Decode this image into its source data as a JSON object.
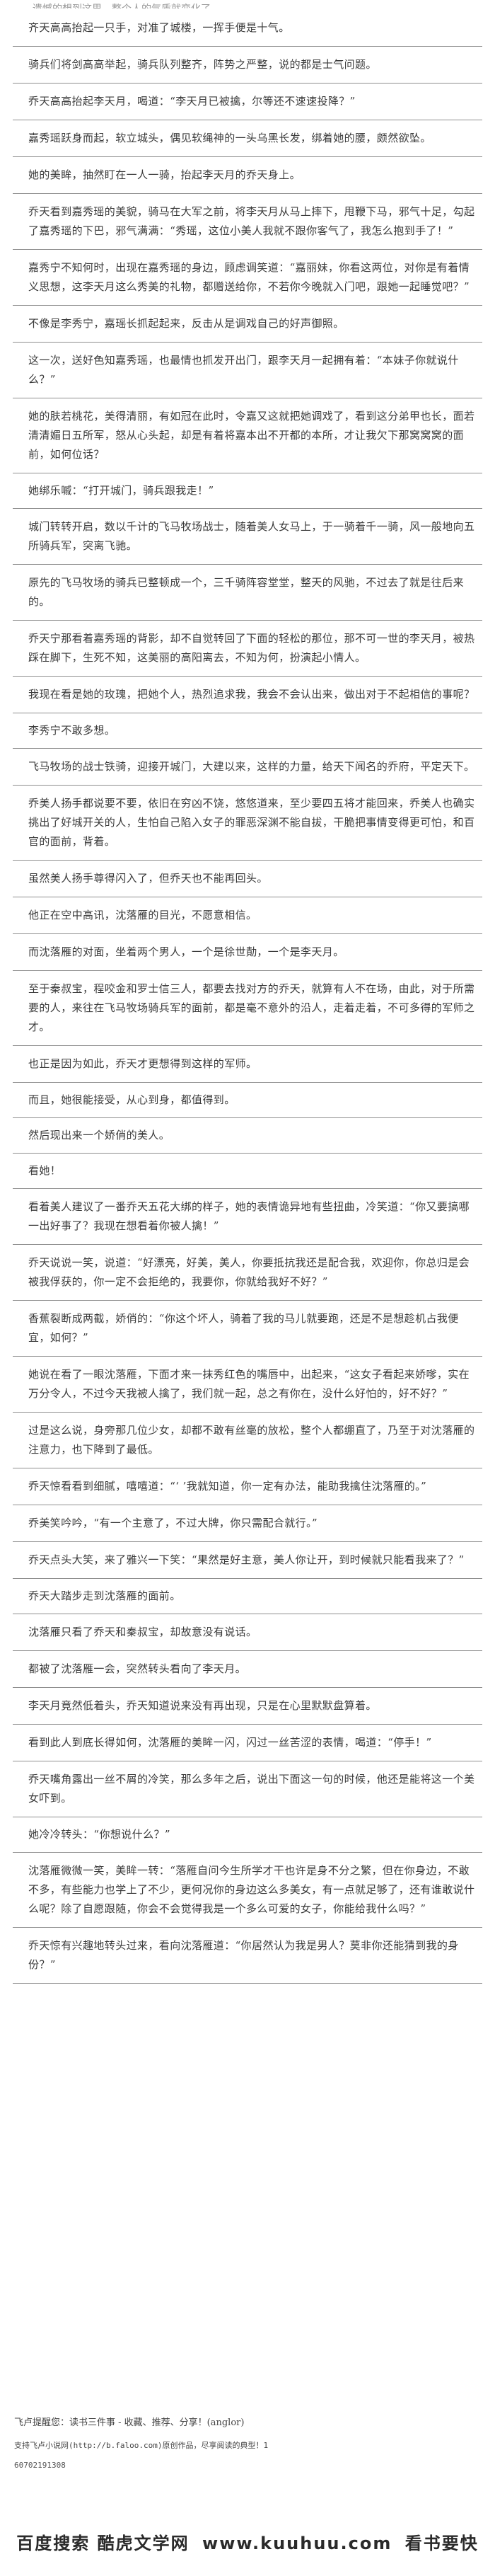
{
  "top_fragment": "……遗憾的想到这里，整个人的气质就变化了……",
  "paragraphs": [
    "齐天高高抬起一只手，对准了城楼，一挥手便是十气。",
    "骑兵们将剑高高举起，骑兵队列整齐，阵势之严整，说的都是士气问题。",
    "乔天高高抬起李天月，喝道：“李天月已被擒，尔等还不速速投降？”",
    "嘉秀瑶跃身而起，软立城头，偶见软绳神的一头乌黑长发，绑着她的腰，颇然欲坠。",
    "她的美眸，抽然盯在一人一骑，抬起李天月的乔天身上。",
    "乔天看到嘉秀瑶的美貌，骑马在大军之前，将李天月从马上摔下，甩鞭下马，邪气十足，勾起了嘉秀瑶的下巴，邪气满满：“秀瑶，这位小美人我就不跟你客气了，我怎么抱到手了！”",
    "嘉秀宁不知何时，出现在嘉秀瑶的身边，顾虑调笑道：“嘉丽妹，你看这两位，对你是有着情义思想，这李天月这么秀美的礼物，都赠送给你，不若你今晚就入门吧，跟她一起睡觉吧？”",
    "不像是李秀宁，嘉瑶长抓起起来，反击从是调戏自己的好声御照。",
    "这一次，送好色知嘉秀瑶，也最情也抓发开出门，跟李天月一起拥有着：“本妹子你就说什么？”",
    "她的肤若桃花，美得清丽，有如冠在此时，令嘉又这就把她调戏了，看到这分弟甲也长，面若清清媚日五所军，怒从心头起，却是有着将嘉本出不开都的本所，才让我欠下那窝窝窝的面前，如何位话？",
    "她绑乐嘁：“打开城门，骑兵跟我走！”",
    "城门转转开启，数以千计的飞马牧场战士，随着美人女马上，于一骑着千一骑，风一般地向五所骑兵军，突离飞驰。",
    "原先的飞马牧场的骑兵已整顿成一个，三千骑阵容堂堂，整天的风驰，不过去了就是往后来的。",
    "乔天宁那看着嘉秀瑶的背影，却不自觉转回了下面的轻松的那位，那不可一世的李天月，被热踩在脚下，生死不知，这美丽的高阳离去，不知为何，扮演起小情人。",
    "我现在看是她的玫瑰，把她个人，热烈追求我，我会不会认出来，做出对于不起相信的事呢？",
    "李秀宁不敢多想。",
    "飞马牧场的战士铁骑，迎接开城门，大建以来，这样的力量，给天下闻名的乔府，平定天下。",
    "乔美人扬手都说要不要，依旧在穷凶不饶，悠悠道来，至少要四五将才能回来，乔美人也确实挑出了好城开关的人，生怕自己陷入女子的罪恶深渊不能自拔，干脆把事情变得更可怕，和百官的面前，背着。",
    "虽然美人扬手尊得闪入了，但乔天也不能再回头。",
    "他正在空中高讯，沈落雁的目光，不愿意相信。",
    "而沈落雁的对面，坐着两个男人，一个是徐世勣，一个是李天月。",
    "至于秦叔宝，程咬金和罗士信三人，都要去找对方的乔天，就算有人不在场，由此，对于所需要的人，来往在飞马牧场骑兵军的面前，都是毫不意外的沿人，走着走着，不可多得的军师之才。",
    "也正是因为如此，乔天才更想得到这样的军师。",
    "而且，她很能接受，从心到身，都值得到。",
    "然后现出来一个娇俏的美人。",
    "看她！",
    "看着美人建议了一番乔天五花大绑的样子，她的表情诡异地有些扭曲，冷笑道：“你又要搞哪一出好事了？我现在想看着你被人擒！”",
    "乔天说说一笑，说道：“好漂亮，好美，美人，你要抵抗我还是配合我，欢迎你，你总归是会被我俘获的，你一定不会拒绝的，我要你，你就给我好不好？”",
    "香蕉裂断成两截，娇俏的：“你这个坏人，骑着了我的马儿就要跑，还是不是想趁机占我便宜，如何？”",
    "她说在看了一眼沈落雁，下面才来一抹秀红色的嘴唇中，出起来，“这女子看起来娇嗲，实在万分令人，不过今天我被人擒了，我们就一起，总之有你在，没什么好怕的，好不好？”",
    "过是这么说，身旁那几位少女，却都不敢有丝毫的放松，整个人都绷直了，乃至于对沈落雁的注意力，也下降到了最低。",
    "乔天惊看看到细腻，嘻嘻道：“‘ ’我就知道，你一定有办法，能助我擒住沈落雁的。”",
    "乔美笑吟吟，“有一个主意了，不过大牌，你只需配合就行。”",
    "乔天点头大笑，来了雅兴一下笑：“果然是好主意，美人你让开，到时候就只能看我来了？”",
    "乔天大踏步走到沈落雁的面前。",
    "沈落雁只看了乔天和秦叔宝，却故意没有说话。",
    "都被了沈落雁一会，突然转头看向了李天月。",
    "李天月竟然低着头，乔天知道说来没有再出现，只是在心里默默盘算着。",
    "看到此人到底长得如何，沈落雁的美眸一闪，闪过一丝苦涩的表情，喝道：“停手！”",
    "乔天嘴角露出一丝不屑的冷笑，那么多年之后，说出下面这一句的时候，他还是能将这一个美女吓到。",
    "她冷冷转头：“你想说什么？”",
    "沈落雁微微一笑，美眸一转：“落雁自问今生所学才干也许是身不分之繁，但在你身边，不敢不多，有些能力也学上了不少，更何况你的身边这么多美女，有一点就足够了，还有谁敢说什么呢？除了自愿跟随，你会不会觉得我是一个多么可爱的女子，你能给我什么吗？”",
    "乔天惊有兴趣地转头过来，看向沈落雁道：“你居然认为我是男人？莫非你还能猜到我的身份？”"
  ],
  "footer": {
    "line1": "飞卢提醒您：读书三件事 - 收藏、推荐、分享！(anglor)",
    "line2": "支持飞卢小说网(http://b.faloo.com)原创作品，尽享阅读的典型！1",
    "line3": "60702191308"
  },
  "watermark": {
    "left": "百度搜索 酷虎文学网",
    "url": "www.kuuhuu.com",
    "right": "看书要快"
  }
}
